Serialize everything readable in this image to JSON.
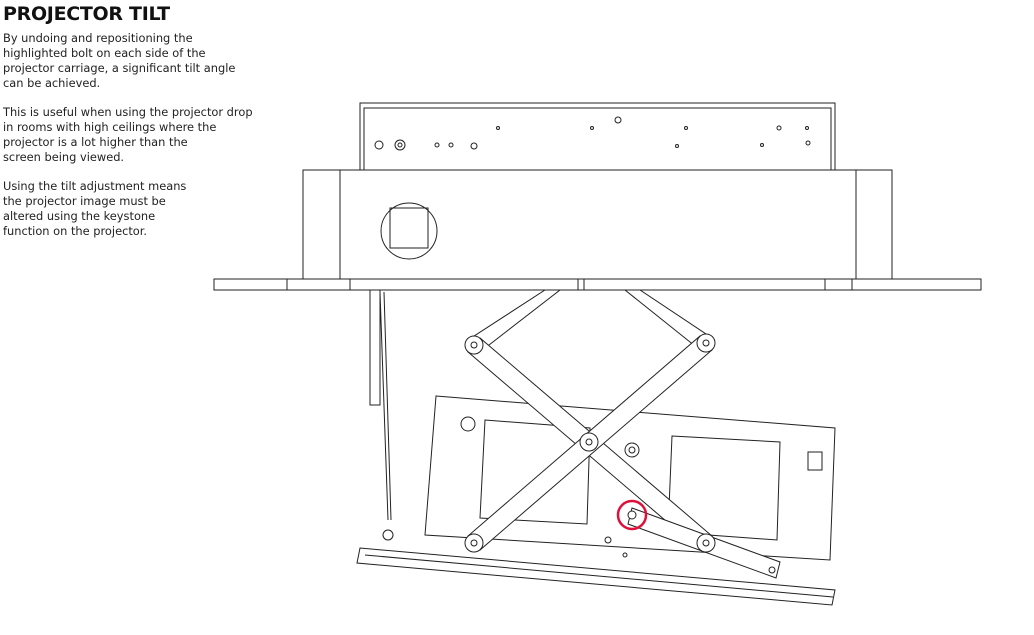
{
  "title": "PROJECTOR TILT",
  "paragraphs": [
    [
      "By undoing and repositioning the",
      "highlighted bolt on each side of the",
      "projector carriage, a significant tilt angle",
      "can be achieved."
    ],
    [
      "This is useful when using the projector drop",
      "in rooms with high ceilings where the",
      "projector is a lot higher than the",
      "screen being viewed."
    ],
    [
      "Using the tilt adjustment means",
      "the projector image must be",
      "altered using the keystone",
      "function on the projector."
    ]
  ],
  "colors": {
    "highlight": "#e0103a",
    "line": "#222222"
  }
}
